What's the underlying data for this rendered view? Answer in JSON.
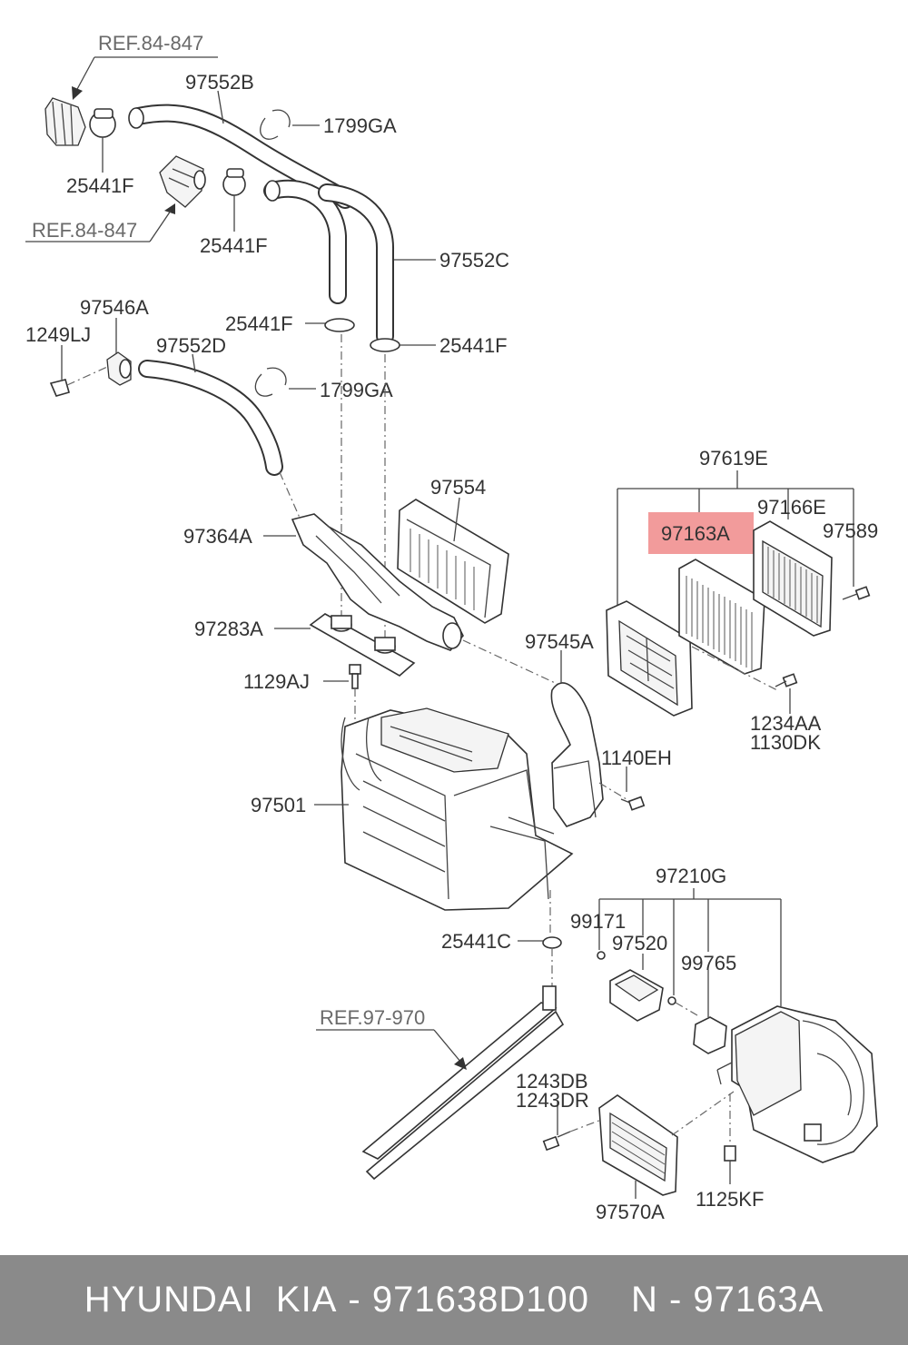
{
  "highlight_color": "#f08a8a",
  "refs": {
    "ref_top": "REF.84-847",
    "ref_mid": "REF.84-847",
    "ref_bottom": "REF.97-970"
  },
  "labels": {
    "l_97552B": "97552B",
    "l_1799GA_top": "1799GA",
    "l_25441F_a": "25441F",
    "l_25441F_b": "25441F",
    "l_97552C": "97552C",
    "l_97546A": "97546A",
    "l_1249LJ": "1249LJ",
    "l_25441F_c": "25441F",
    "l_25441F_d": "25441F",
    "l_97552D": "97552D",
    "l_1799GA_mid": "1799GA",
    "l_97554": "97554",
    "l_97364A": "97364A",
    "l_97283A": "97283A",
    "l_1129AJ": "1129AJ",
    "l_97501": "97501",
    "l_97619E": "97619E",
    "l_97166E": "97166E",
    "l_97163A": "97163A",
    "l_97589": "97589",
    "l_97545A": "97545A",
    "l_1234AA": "1234AA",
    "l_1130DK": "1130DK",
    "l_1140EH": "1140EH",
    "l_97210G": "97210G",
    "l_99171": "99171",
    "l_97520": "97520",
    "l_99765": "99765",
    "l_25441C": "25441C",
    "l_1243DB": "1243DB",
    "l_1243DR": "1243DR",
    "l_97570A": "97570A",
    "l_1125KF": "1125KF"
  },
  "footer": {
    "brand": "HYUNDAI  KIA",
    "part_number": "- 971638D100",
    "ref_number": "N - 97163A"
  }
}
